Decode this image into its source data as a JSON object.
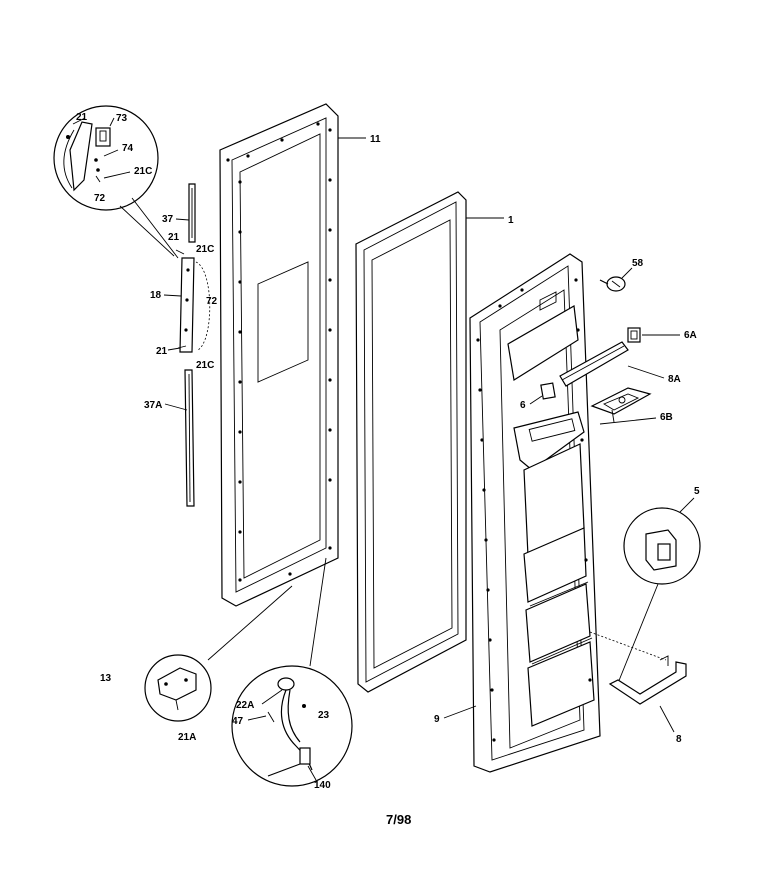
{
  "callouts": {
    "c21_top": "21",
    "c73": "73",
    "c74": "74",
    "c21C_top": "21C",
    "c72_top": "72",
    "c11": "11",
    "c37": "37",
    "c21_mid": "21",
    "c21C_mid": "21C",
    "c18": "18",
    "c72_mid": "72",
    "c21_low": "21",
    "c21C_low": "21C",
    "c37A": "37A",
    "c1": "1",
    "c58": "58",
    "c6A": "6A",
    "c8A": "8A",
    "c6": "6",
    "c6B": "6B",
    "c5": "5",
    "c13": "13",
    "c21A": "21A",
    "c22A": "22A",
    "c47": "47",
    "c23": "23",
    "c140": "140",
    "c9": "9",
    "c8": "8"
  },
  "footer": "7/98"
}
